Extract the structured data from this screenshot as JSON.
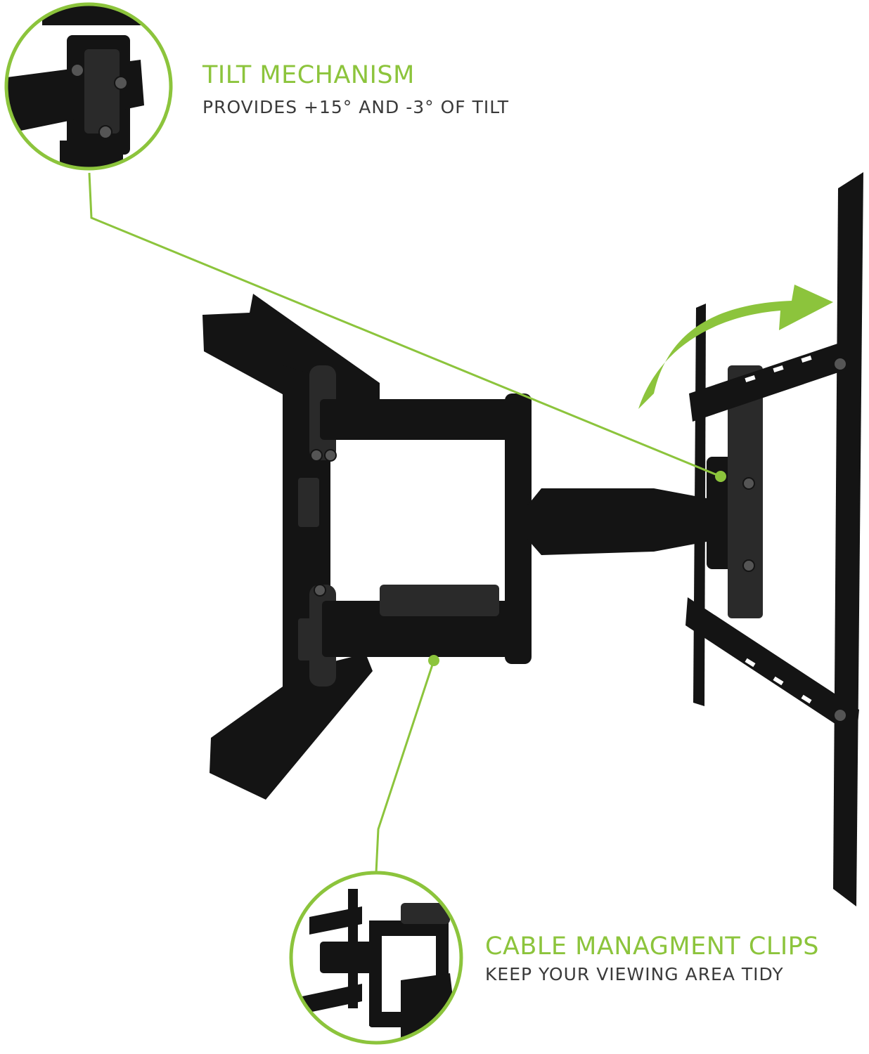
{
  "colors": {
    "accent": "#8cc43c",
    "subtext": "#3a3a3a",
    "mount": "#141414",
    "mount_highlight": "#2a2a2a",
    "background": "#ffffff"
  },
  "callouts": {
    "tilt": {
      "title": "TILT MECHANISM",
      "subtitle": "PROVIDES +15° AND -3° OF TILT"
    },
    "cable": {
      "title": "CABLE MANAGMENT CLIPS",
      "subtitle": "KEEP YOUR VIEWING AREA TIDY"
    }
  }
}
